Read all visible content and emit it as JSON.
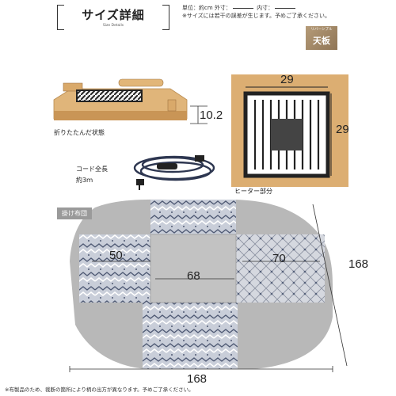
{
  "header": {
    "title": "サイズ詳細",
    "subtitle": "Size Details",
    "unit_prefix": "単位：約cm",
    "unit_outer": "外寸：",
    "unit_inner": "内寸：",
    "note": "※サイズには若干の誤差が生じます。予めご了承ください。"
  },
  "tag": {
    "small": "リバーシブル",
    "main": "天板"
  },
  "folded": {
    "label": "折りたたんだ状態",
    "height": "10.2"
  },
  "heater": {
    "label": "ヒーター部分",
    "width": "29",
    "depth": "29"
  },
  "cord": {
    "label_line1": "コード全長",
    "label_line2": "約3ｍ"
  },
  "futon": {
    "label": "掛け布団",
    "side_drop": "50",
    "center": "68",
    "inner_right": "70",
    "total_height": "168",
    "total_width": "168"
  },
  "footer": {
    "note": "※布製品のため、裁断の箇所により柄の出方が異なります。予めご了承ください。"
  },
  "colors": {
    "wood": "#d9a96a",
    "futon_gray": "#b3b3b3",
    "pattern_blue": "#6f7a92"
  }
}
